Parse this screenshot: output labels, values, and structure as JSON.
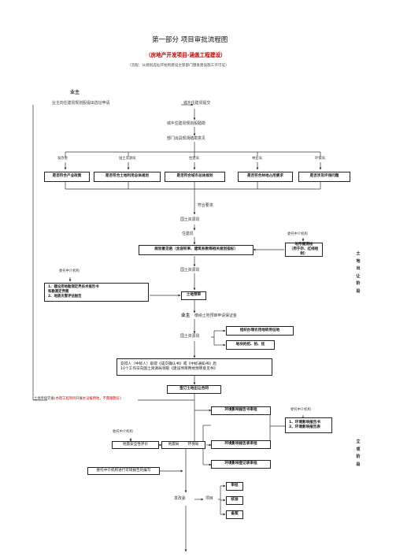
{
  "header": {
    "title": "第一部分   项目审批流程图",
    "subtitle": "（房地产开发项目-涵盖工程建设）",
    "flow_note": "（流程：从规划选址开始到建设主管部门颁发建设施工许可证）"
  },
  "nodes": {
    "yezhu_top": "业主",
    "select_site": "业主向住建局规划股提出选址申请",
    "submit_zjj": "城乡住建局提交",
    "plan_route": "城乡住建局规划股踏勘",
    "dept_opinion": "部门出具现场踏勘意见",
    "dept_fgw": "发改委",
    "dept_gtj": "国土资源局",
    "dept_zjj": "住建局",
    "dept_lyj": "林业局",
    "dept_hbj": "环保局",
    "check_fgw": "是否符合产业政策",
    "check_gtj": "是否符合土地利用总体规划",
    "check_zjj": "是否符合城市总体规划",
    "check_lyj": "是否符合林地占用要求",
    "check_hbj": "是否涉及环保问题",
    "meets_req": "符合要求",
    "gtj_2": "国土资源局",
    "zjj_2": "住建局",
    "agency_1": "委托中介机构",
    "survey_box": "地形图测绘\n（用于宗、红线绘制）",
    "plan_conditions": "规划意见函（含容积率、建筑系数等相关规划指标）",
    "agency_2": "委托中介机构",
    "gtj_3": "国土资源局",
    "reports_box": "1、建设用地勘测定界技术报告书\n    和勘测定界图\n2、地质灾害评估报告",
    "land_pre": "土地预审",
    "yezhu_mid": "业主",
    "pay_fee": "缴纳土地预审申请保证金",
    "gtj_4": "国土资源局",
    "land_approval": "组织办理农用地转用征地",
    "land_auction": "地块的招、拍、挂",
    "bidder_1": "竞得人（中标人）取得《成交确认书》或《中标通知书》后",
    "bidder_2": "10个工作日向国土资源局领取《建设项目用地预审意见书》",
    "sign_contract": "签订土地出让合同",
    "land_proc_a": "土地手续完备",
    "land_proc_b": "(办理工程项目开展办证报用地，不需踏勘证)",
    "env_approval": "环境影响报告书审批",
    "agency_3": "委托中介机构",
    "env_reports": "1、环境影响报告书\n2、环境影响报告表",
    "agency_4": "委托中介机构",
    "quake_safety": "地震安全性评价",
    "quake_bureau": "地震局",
    "env_bureau": "环保局",
    "env_form": "环境影响报告表审批",
    "env_register": "环境影响登记表审批",
    "feasibility": "委托中介机构进行可研报告的编写",
    "fgw_final": "发改委",
    "project": "项目",
    "approve": "审批",
    "verify": "核准",
    "record": "备案"
  },
  "side_labels": {
    "land": "土地出让阶段",
    "project": "立项阶段"
  }
}
